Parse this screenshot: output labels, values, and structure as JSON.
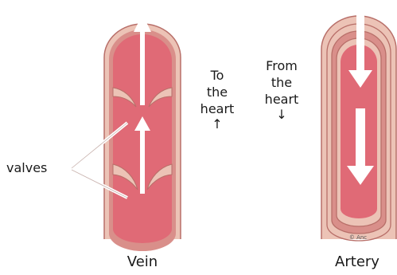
{
  "labels": {
    "valves": "valves",
    "vein": "Vein",
    "artery": "Artery",
    "to_the_heart": [
      "To",
      "the",
      "heart"
    ],
    "from_the_heart": [
      "From",
      "the",
      "heart"
    ],
    "up_arrow": "↑",
    "down_arrow": "↓",
    "signature": "© Anc"
  },
  "colors": {
    "vessel_outer": "#ecc3b6",
    "vessel_outline": "#b86f69",
    "lumen": "#e06a76",
    "wall_mid": "#d98f8a",
    "flow_arrow": "#ffffff"
  }
}
